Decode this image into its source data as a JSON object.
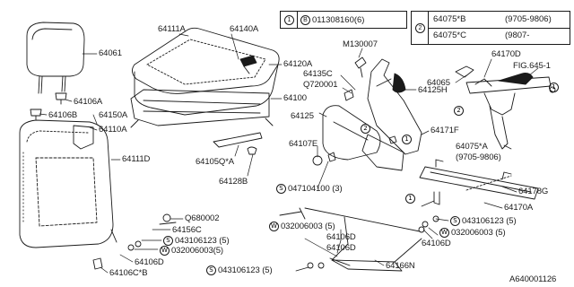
{
  "legend1": {
    "marker": "1",
    "sub_marker": "B",
    "part": "011308160",
    "qty": "(6)"
  },
  "legend2": {
    "marker": "2",
    "rows": [
      {
        "part": "64075*B",
        "range": "(9705-9806)"
      },
      {
        "part": "64075*C",
        "range": "(9807-"
      }
    ]
  },
  "labels": {
    "p64061": "64061",
    "p64111A": "64111A",
    "p64140A": "64140A",
    "p64120A": "64120A",
    "p64100": "64100",
    "p64106A": "64106A",
    "p64106B": "64106B",
    "p64150A": "64150A",
    "p64110A": "64110A",
    "p64111D": "64111D",
    "p64105Q": "64105Q*A",
    "p64128B": "64128B",
    "pQ680002": "Q680002",
    "p64156C": "64156C",
    "p043106123a": "043106123 (5)",
    "p032006003a": "032006003(5)",
    "p64106D_a": "64106D",
    "p64106CB": "64106C*B",
    "pM130007": "M130007",
    "p64135C": "64135C",
    "pQ720001": "Q720001",
    "p64125H": "64125H",
    "p64125": "64125",
    "p64107E": "64107E",
    "p047104100": "047104100 (3)",
    "p64065": "64065",
    "p64170D": "64170D",
    "pFIG645": "FIG.645-1",
    "p64171F": "64171F",
    "p64075A": "64075*A",
    "p64075A_range": "(9705-9806)",
    "p64178G": "64178G",
    "p64170A": "64170A",
    "p032006003b": "032006003 (5)",
    "p64106D_b": "64106D",
    "p64106D_c": "64106D",
    "p043106123b": "043106123 (5)",
    "p032006003c": "032006003 (5)",
    "p64106D_d": "64106D",
    "p64166N": "64166N",
    "p043106123c": "043106123 (5)",
    "catalog": "A640001126"
  },
  "markers": {
    "S": "S",
    "W": "W",
    "one": "1",
    "two": "2"
  },
  "colors": {
    "ink": "#1a1a1a",
    "paper": "#ffffff"
  }
}
